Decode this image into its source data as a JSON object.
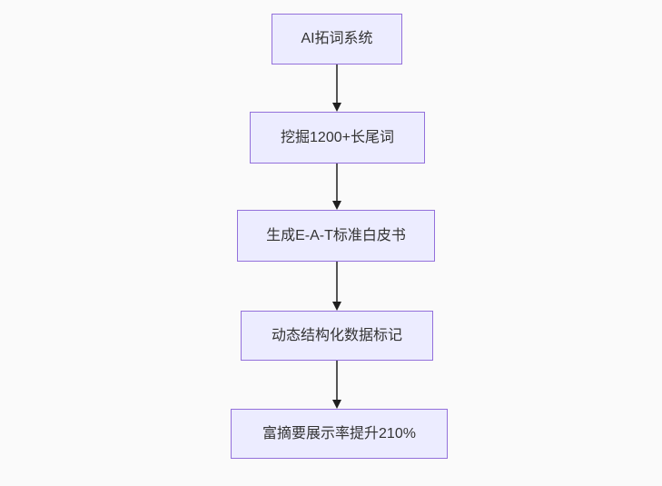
{
  "flowchart": {
    "title": "SEO AI flowchart",
    "direction": "top-down",
    "colors": {
      "background": "#fafafa",
      "node_fill": "#ececff",
      "node_border": "#9370db",
      "node_text": "#333333",
      "arrow_line": "#555555",
      "arrow_head": "#1f1f1f"
    },
    "nodes": [
      {
        "id": "node-1",
        "label": "AI拓词系统"
      },
      {
        "id": "node-2",
        "label": "挖掘1200+长尾词"
      },
      {
        "id": "node-3",
        "label": "生成E-A-T标准白皮书"
      },
      {
        "id": "node-4",
        "label": "动态结构化数据标记"
      },
      {
        "id": "node-5",
        "label": "富摘要展示率提升210%"
      }
    ],
    "edges": [
      {
        "from": "node-1",
        "to": "node-2",
        "type": "arrow-down"
      },
      {
        "from": "node-2",
        "to": "node-3",
        "type": "arrow-down"
      },
      {
        "from": "node-3",
        "to": "node-4",
        "type": "arrow-down"
      },
      {
        "from": "node-4",
        "to": "node-5",
        "type": "arrow-down"
      }
    ]
  }
}
